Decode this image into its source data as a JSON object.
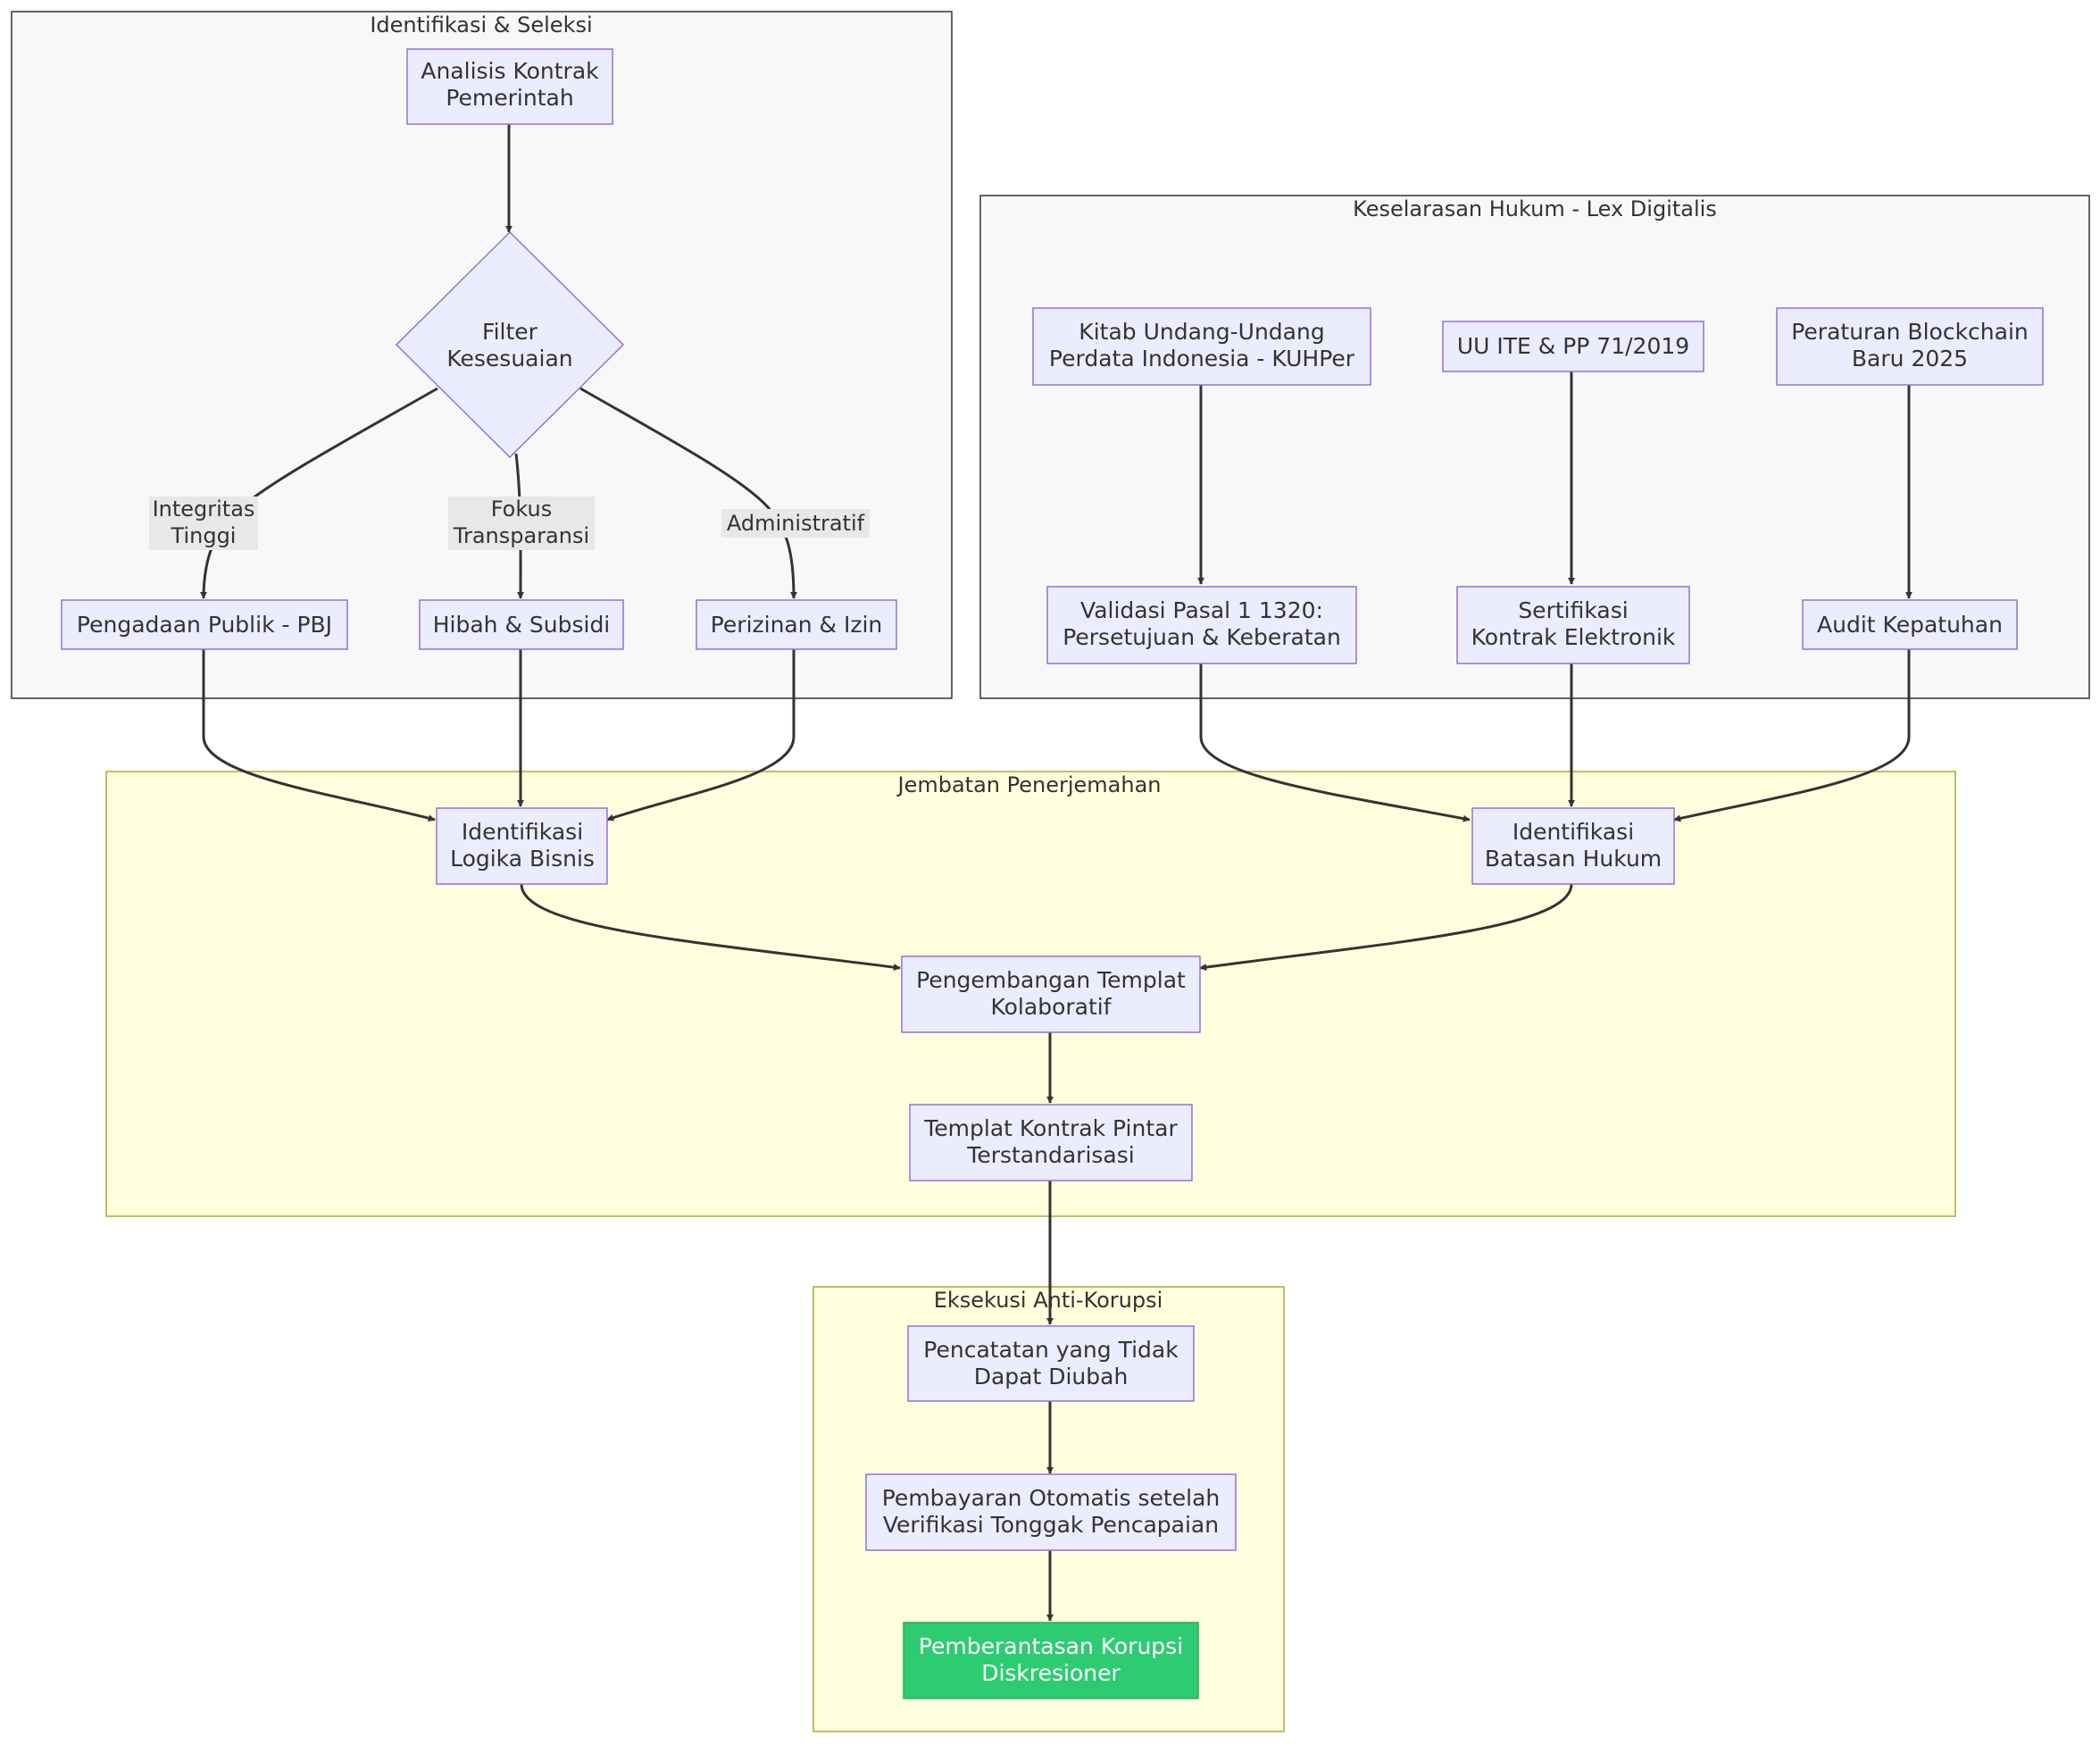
{
  "clusters": {
    "identifikasi": {
      "title": "Identifikasi & Seleksi"
    },
    "keselarasan": {
      "title": "Keselarasan Hukum - Lex Digitalis"
    },
    "jembatan": {
      "title": "Jembatan Penerjemahan"
    },
    "eksekusi": {
      "title": "Eksekusi Anti-Korupsi"
    }
  },
  "nodes": {
    "analisis": [
      "Analisis Kontrak",
      "Pemerintah"
    ],
    "filter": [
      "Filter",
      "Kesesuaian"
    ],
    "pengadaan": [
      "Pengadaan Publik - PBJ"
    ],
    "hibah": [
      "Hibah & Subsidi"
    ],
    "perizinan": [
      "Perizinan & Izin"
    ],
    "kuhper": [
      "Kitab Undang-Undang",
      "Perdata Indonesia - KUHPer"
    ],
    "uuite": [
      "UU ITE & PP 71/2019"
    ],
    "blockchain": [
      "Peraturan Blockchain",
      "Baru 2025"
    ],
    "validasi": [
      "Validasi Pasal 1 1320:",
      "Persetujuan & Keberatan"
    ],
    "sertifikasi": [
      "Sertifikasi",
      "Kontrak Elektronik"
    ],
    "audit": [
      "Audit Kepatuhan"
    ],
    "logika": [
      "Identifikasi",
      "Logika Bisnis"
    ],
    "batasan": [
      "Identifikasi",
      "Batasan Hukum"
    ],
    "pengembangan": [
      "Pengembangan Templat",
      "Kolaboratif"
    ],
    "templat": [
      "Templat Kontrak Pintar",
      "Terstandarisasi"
    ],
    "pencatatan": [
      "Pencatatan yang Tidak",
      "Dapat Diubah"
    ],
    "pembayaran": [
      "Pembayaran Otomatis setelah",
      "Verifikasi Tonggak Pencapaian"
    ],
    "pemberantasan": [
      "Pemberantasan Korupsi",
      "Diskresioner"
    ]
  },
  "edge_labels": {
    "integritas": [
      "Integritas",
      "Tinggi"
    ],
    "fokus": [
      "Fokus",
      "Transparansi"
    ],
    "administratif": [
      "Administratif"
    ]
  },
  "colors": {
    "node_fill": "#ececff",
    "node_stroke": "#9370db",
    "success_fill": "#2ecc71",
    "cluster_grey": "#f8f8f8",
    "cluster_yellow": "#ffffde"
  }
}
